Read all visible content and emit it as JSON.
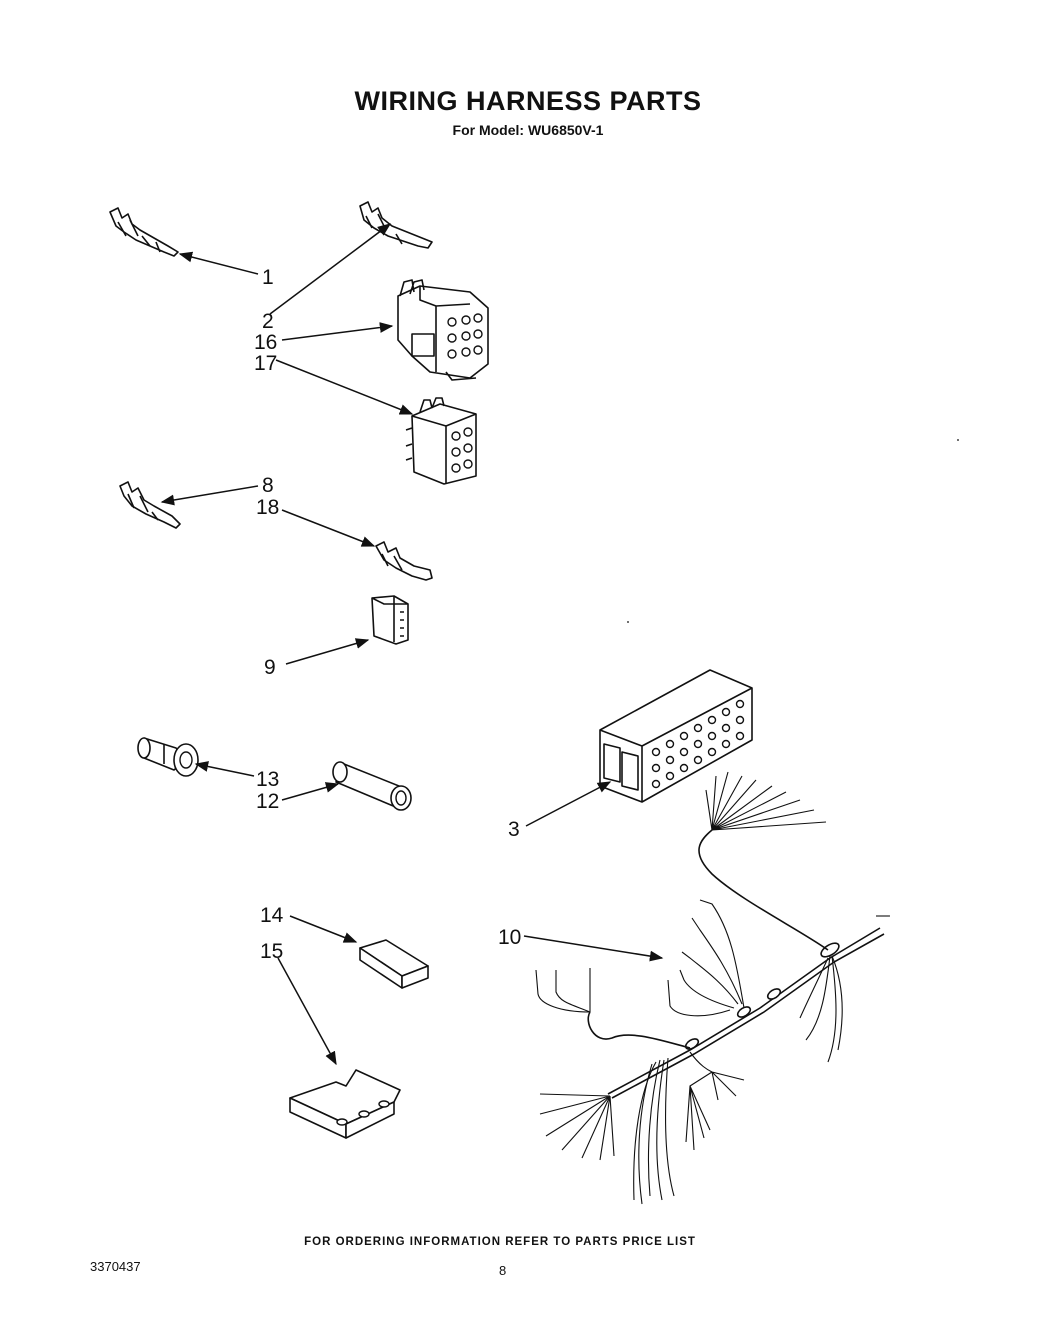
{
  "header": {
    "title": "WIRING HARNESS PARTS",
    "subtitle": "For Model: WU6850V-1"
  },
  "callouts": {
    "c1": "1",
    "c2": "2",
    "c16": "16",
    "c17": "17",
    "c8": "8",
    "c18": "18",
    "c9": "9",
    "c13": "13",
    "c12": "12",
    "c3": "3",
    "c14": "14",
    "c15": "15",
    "c10": "10"
  },
  "footer": {
    "note": "FOR ORDERING INFORMATION REFER TO PARTS PRICE LIST",
    "doc_number": "3370437",
    "page_number": "8"
  }
}
